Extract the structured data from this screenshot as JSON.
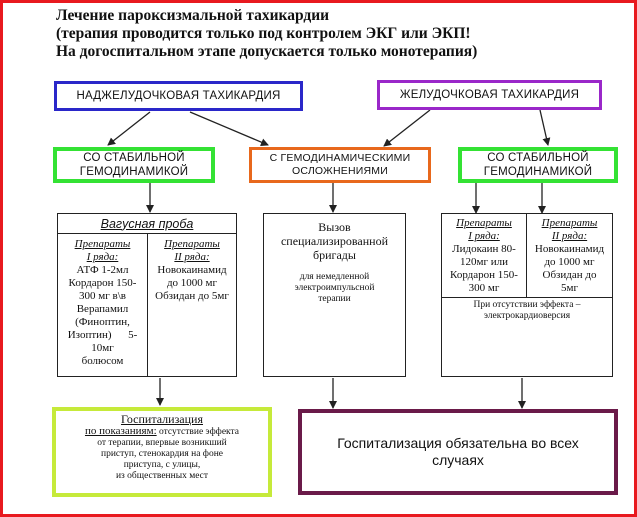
{
  "colors": {
    "frame": "#e8191f",
    "blue": "#2a27c9",
    "purple": "#9a27c9",
    "green": "#34e234",
    "orange": "#e8681c",
    "yellow_green": "#c6ea3a",
    "dark_purple": "#6a1a49"
  },
  "title": {
    "line1": "Лечение пароксизмальной тахикардии",
    "line2": "(терапия проводится только под контролем ЭКГ или ЭКП!",
    "line3": "На догоспитальном этапе допускается только  монотерапия)"
  },
  "svt": {
    "label": "НАДЖЕЛУДОЧКОВАЯ ТАХИКАРДИЯ"
  },
  "vt": {
    "label": "ЖЕЛУДОЧКОВАЯ ТАХИКАРДИЯ"
  },
  "stable_left": {
    "line1": "СО СТАБИЛЬНОЙ",
    "line2": "ГЕМОДИНАМИКОЙ"
  },
  "complications": {
    "line1": "С ГЕМОДИНАМИЧЕСКИМИ",
    "line2": "ОСЛОЖНЕНИЯМИ"
  },
  "stable_right": {
    "line1": "СО СТАБИЛЬНОЙ",
    "line2": "ГЕМОДИНАМИКОЙ"
  },
  "svt_treatment": {
    "vagal": "Вагусная проба",
    "first_header": [
      "Препараты",
      "I ряда:"
    ],
    "first_drugs": [
      "АТФ 1-2мл",
      "Кордарон 150-",
      "300 мг в\\в",
      "Верапамил",
      "(Финоптин,",
      "Изоптин)      5-",
      "10мг",
      "болюсом"
    ],
    "second_header": [
      "Препараты",
      "II ряда:"
    ],
    "second_drugs": [
      "Новокаинамид",
      "до 1000 мг",
      "Обзидан до 5мг"
    ]
  },
  "team": {
    "lines": [
      "Вызов",
      "специализированной",
      "бригады"
    ],
    "sub_lines": [
      "для немедленной",
      "электроимпульсной",
      "терапии"
    ]
  },
  "vt_treatment": {
    "first_header": [
      "Препараты",
      "I ряда:"
    ],
    "first_drugs": [
      "Лидокаин 80-",
      "120мг или",
      "Кордарон 150-",
      "300 мг"
    ],
    "second_header": [
      "Препараты",
      "II ряда:"
    ],
    "second_drugs": [
      "Новокаинамид",
      "до 1000 мг",
      "Обзидан до",
      "5мг"
    ],
    "note": [
      "При отсутствии эффекта –",
      "электрокардиоверсия"
    ]
  },
  "hosp_left": {
    "title": "Госпитализация",
    "line1_head": "по показаниям:",
    "line1_rest": " отсутствие эффекта",
    "lines": [
      "от терапии, впервые возникший",
      "приступ, стенокардия на фоне",
      "приступа, с улицы,",
      "из общественных мест"
    ]
  },
  "hosp_right": {
    "lines": [
      "Госпитализация обязательна во всех",
      "случаях"
    ]
  }
}
